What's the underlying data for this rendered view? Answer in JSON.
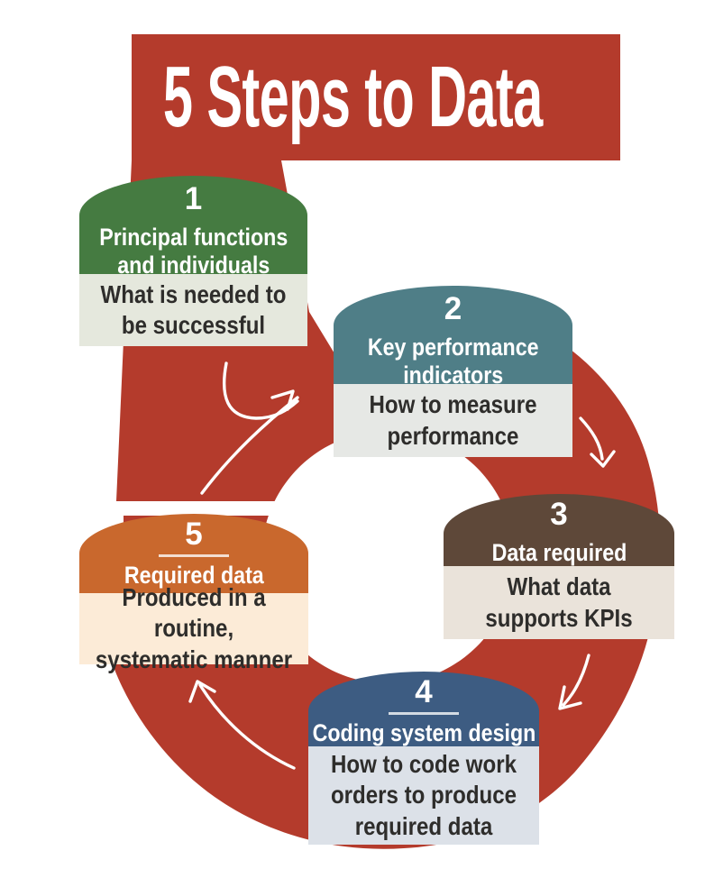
{
  "title_banner": {
    "text": "5 Steps to Data"
  },
  "background_numeral": {
    "glyph": "5",
    "color": "#b43b2c"
  },
  "colors": {
    "red": "#b43b2c",
    "white": "#ffffff",
    "body_text": "#2e2d2b"
  },
  "steps": [
    {
      "number": "1",
      "title": "Principal functions\nand individuals",
      "body": "What is needed to\nbe successful",
      "header_color": "#457b41",
      "body_color": "#e5e8dd"
    },
    {
      "number": "2",
      "title": "Key performance\nindicators",
      "body": "How to measure\nperformance",
      "header_color": "#4f7e87",
      "body_color": "#e6e8e5"
    },
    {
      "number": "3",
      "title": "Data required",
      "body": "What data\nsupports KPIs",
      "header_color": "#5e4839",
      "body_color": "#eae3da"
    },
    {
      "number": "4",
      "title": "Coding system design",
      "body": "How to code work\norders to produce\nrequired data",
      "header_color": "#3d5c82",
      "body_color": "#dce1e8"
    },
    {
      "number": "5",
      "title": "Required data",
      "body": "Produced in a routine,\nsystematic manner",
      "header_color": "#c9682d",
      "body_color": "#fcebd7"
    }
  ],
  "arrows": [
    {
      "name": "arrow-step1-to-step2",
      "direction": "up-right"
    },
    {
      "name": "arrow-step2-to-step3",
      "direction": "down"
    },
    {
      "name": "arrow-step3-to-step4",
      "direction": "down-left"
    },
    {
      "name": "arrow-step4-to-step5",
      "direction": "up-left"
    }
  ]
}
